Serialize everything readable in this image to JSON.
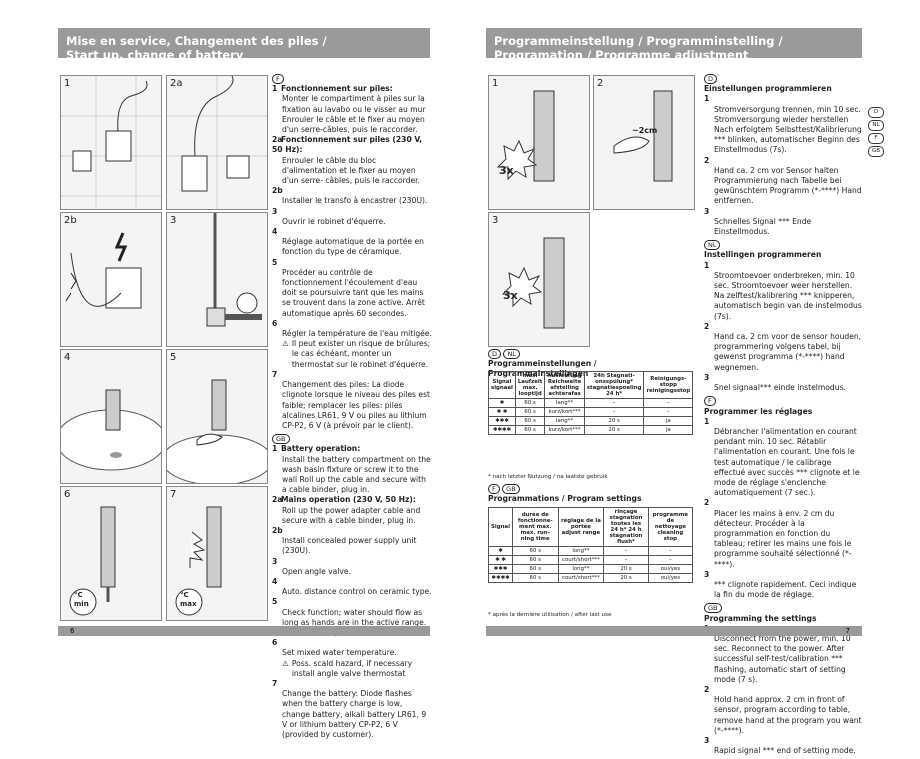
{
  "left": {
    "header_line1": "Mise en service, Changement des piles /",
    "header_line2": "Start up, change of battery",
    "figures": [
      "1",
      "2a",
      "2b",
      "3",
      "4",
      "5",
      "6",
      "7"
    ],
    "fr_badge": "F",
    "fr_items": [
      {
        "n": "1",
        "title": "Fonctionnement sur piles:",
        "text": "Monter le compartiment à piles sur la fixation au lavabo ou le visser au mur Enrouler le câble et le fixer au moyen d'un serre-câbles, puis le raccorder."
      },
      {
        "n": "2a",
        "title": "Fonctionnement sur piles (230 V, 50 Hz):",
        "text": "Enrouler le câble du bloc d'alimentation et le fixer au moyen d'un serre- câbles, puis le raccorder."
      },
      {
        "n": "2b",
        "title": "",
        "text": "Installer le transfo à encastrer (230U)."
      },
      {
        "n": "3",
        "title": "",
        "text": "Ouvrir le robinet d'équerre."
      },
      {
        "n": "4",
        "title": "",
        "text": "Réglage automatique de la portée en fonction du type de céramique."
      },
      {
        "n": "5",
        "title": "",
        "text": "Procéder au contrôle de fonctionnement l'écoulement d'eau doit se poursuivre tant que les mains se trouvent dans la zone active. Arrêt automatique après 60 secondes."
      },
      {
        "n": "6",
        "title": "",
        "text": "Régler la température de l'eau mitigée."
      }
    ],
    "fr_warning": "Il peut exister un risque de brûlures; le cas échéant, monter un thermostat sur le robinet d'équerre.",
    "fr_item7": {
      "n": "7",
      "title": "",
      "text": "Changement des piles: La diode clignote lorsque le niveau des piles est faible; remplacer les piles: piles alcalines LR61, 9 V ou piles au lithium CP-P2, 6 V (à prévoir par le client)."
    },
    "gb_badge": "GB",
    "gb_items": [
      {
        "n": "1",
        "title": "Battery operation:",
        "text": "Install the battery compartment on the wash basin fixture or screw it to the wall Roll up the cable and secure with a cable binder, plug in."
      },
      {
        "n": "2a",
        "title": "Mains operation (230 V, 50 Hz):",
        "text": "Roll up the power adapter cable and secure with a cable binder, plug in."
      },
      {
        "n": "2b",
        "title": "",
        "text": "Install concealed power supply unit (230U)."
      },
      {
        "n": "3",
        "title": "",
        "text": "Open angle valve."
      },
      {
        "n": "4",
        "title": "",
        "text": "Auto. distance control on ceramic type."
      },
      {
        "n": "5",
        "title": "",
        "text": "Check function; water should flow as long as hands are in the active range. Automatic stop after 60 sec."
      },
      {
        "n": "6",
        "title": "",
        "text": "Set mixed water temperature."
      }
    ],
    "gb_warning": "Poss. scald hazard, if necessary install angle valve thermostat",
    "gb_item7": {
      "n": "7",
      "title": "",
      "text": "Change the battery: Diode flashes when the battery charge is low, change battery, alkali battery LR61, 9 V or lithium battery CP-P2, 6 V (provided by customer)."
    },
    "min_label": "min",
    "max_label": "max",
    "deg_label": "°C",
    "page_number": "6"
  },
  "right": {
    "header_line1": "Programmeinstellung / Programminstelling /",
    "header_line2": "Programation / Programme adjustment",
    "figures": [
      "1",
      "2",
      "3"
    ],
    "fig_text_3x": "3x",
    "fig_text_2cm": "~2cm",
    "table1": {
      "badges": [
        "D",
        "NL"
      ],
      "title": "Programmeinstellungen / Programmainstellingen",
      "headers": [
        "Signal signaal",
        "max. Laufzeit max. looptijd",
        "Auslaufung Reichweite afstelling achterafas",
        "24h Stagnati- onsspülung* stagnatiespoeling 24 h*",
        "Reinigungs- stopp reinigingsstop"
      ],
      "rows": [
        [
          "✱",
          "60 s",
          "lang**",
          "–",
          "–"
        ],
        [
          "✱ ✱",
          "60 s",
          "kurz/kort***",
          "–",
          "–"
        ],
        [
          "✱✱✱",
          "60 s",
          "lang**",
          "20 s",
          "ja"
        ],
        [
          "✱✱✱✱",
          "60 s",
          "kurz/kort***",
          "20 s",
          "ja"
        ]
      ],
      "note": "* nach letzter Nutzung / na laatste gebruik"
    },
    "table2": {
      "badges": [
        "F",
        "GB"
      ],
      "title": "Programmations / Program settings",
      "headers": [
        "Signal",
        "durée de fonctionne- ment max. max. run- ning time",
        "réglage de la portée adjust range",
        "rinçage stagnation toutes les 24 h* 24 h stagnation flush*",
        "programme de nettoyage cleaning stop"
      ],
      "rows": [
        [
          "✱",
          "60 s",
          "long**",
          "–",
          "–"
        ],
        [
          "✱ ✱",
          "60 s",
          "court/short***",
          "–",
          "–"
        ],
        [
          "✱✱✱",
          "60 s",
          "long**",
          "20 s",
          "oui/yes"
        ],
        [
          "✱✱✱✱",
          "60 s",
          "court/short***",
          "20 s",
          "oui/yes"
        ]
      ],
      "note": "* après la dernière utilisation / after last use"
    },
    "side_badges": [
      "D",
      "NL",
      "F",
      "GB"
    ],
    "sections": [
      {
        "badge": "D",
        "title": "Einstellungen programmieren",
        "items": [
          {
            "n": "1",
            "text": "Stromversorgung trennen, min 10 sec. Stromversorgung wieder herstellen Nach erfolgtem Selbsttest/Kalibrierung *** blinken, automatischer Beginn des Einstellmodus (7s)."
          },
          {
            "n": "2",
            "text": "Hand ca. 2 cm vor Sensor halten Programmierung nach Tabelle bei gewünschtem Programm (*-****) Hand entfernen."
          },
          {
            "n": "3",
            "text": "Schnelles Signal *** Ende Einstellmodus."
          }
        ]
      },
      {
        "badge": "NL",
        "title": "Instellingen programmeren",
        "items": [
          {
            "n": "1",
            "text": "Stroomtoevoer onderbreken, min. 10 sec. Stroomtoevoer weer herstellen. Na zelftest/kalibrering *** knipperen, automatisch begin van de instelmodus (7s)."
          },
          {
            "n": "2",
            "text": "Hand ca. 2 cm voor de sensor houden, programmering volgens tabel, bij gewenst programma (*-****) hand wegnemen."
          },
          {
            "n": "3",
            "text": "Snel signaal*** einde instelmodus."
          }
        ]
      },
      {
        "badge": "F",
        "title": "Programmer les réglages",
        "items": [
          {
            "n": "1",
            "text": "Débrancher l'alimentation en courant pendant min. 10 sec. Rétablir l'alimentation en courant. Une fois le test automatique / le calibrage effectué avec succès *** clignote et le mode de réglage s'enclenche automatiquement (7 sec.)."
          },
          {
            "n": "2",
            "text": "Placer les mains à env. 2 cm du détecteur. Procéder à la programmation en fonction du tableau; retirer les mains une fois le programme souhaité sélectionné (*-****)."
          },
          {
            "n": "3",
            "text": "*** clignote rapidement. Ceci indique la fin du mode de réglage."
          }
        ]
      },
      {
        "badge": "GB",
        "title": "Programming the settings",
        "items": [
          {
            "n": "1",
            "text": "Disconnect from the power, min. 10 sec. Reconnect to the power. After successful self-test/calibration *** flashing, automatic start of setting mode (7 s)."
          },
          {
            "n": "2",
            "text": "Hold hand approx. 2 cm in front of sensor, program according to table, remove hand at the program you want (*-****)."
          },
          {
            "n": "3",
            "text": "Rapid signal *** end of setting mode."
          }
        ]
      }
    ],
    "page_number": "7"
  }
}
